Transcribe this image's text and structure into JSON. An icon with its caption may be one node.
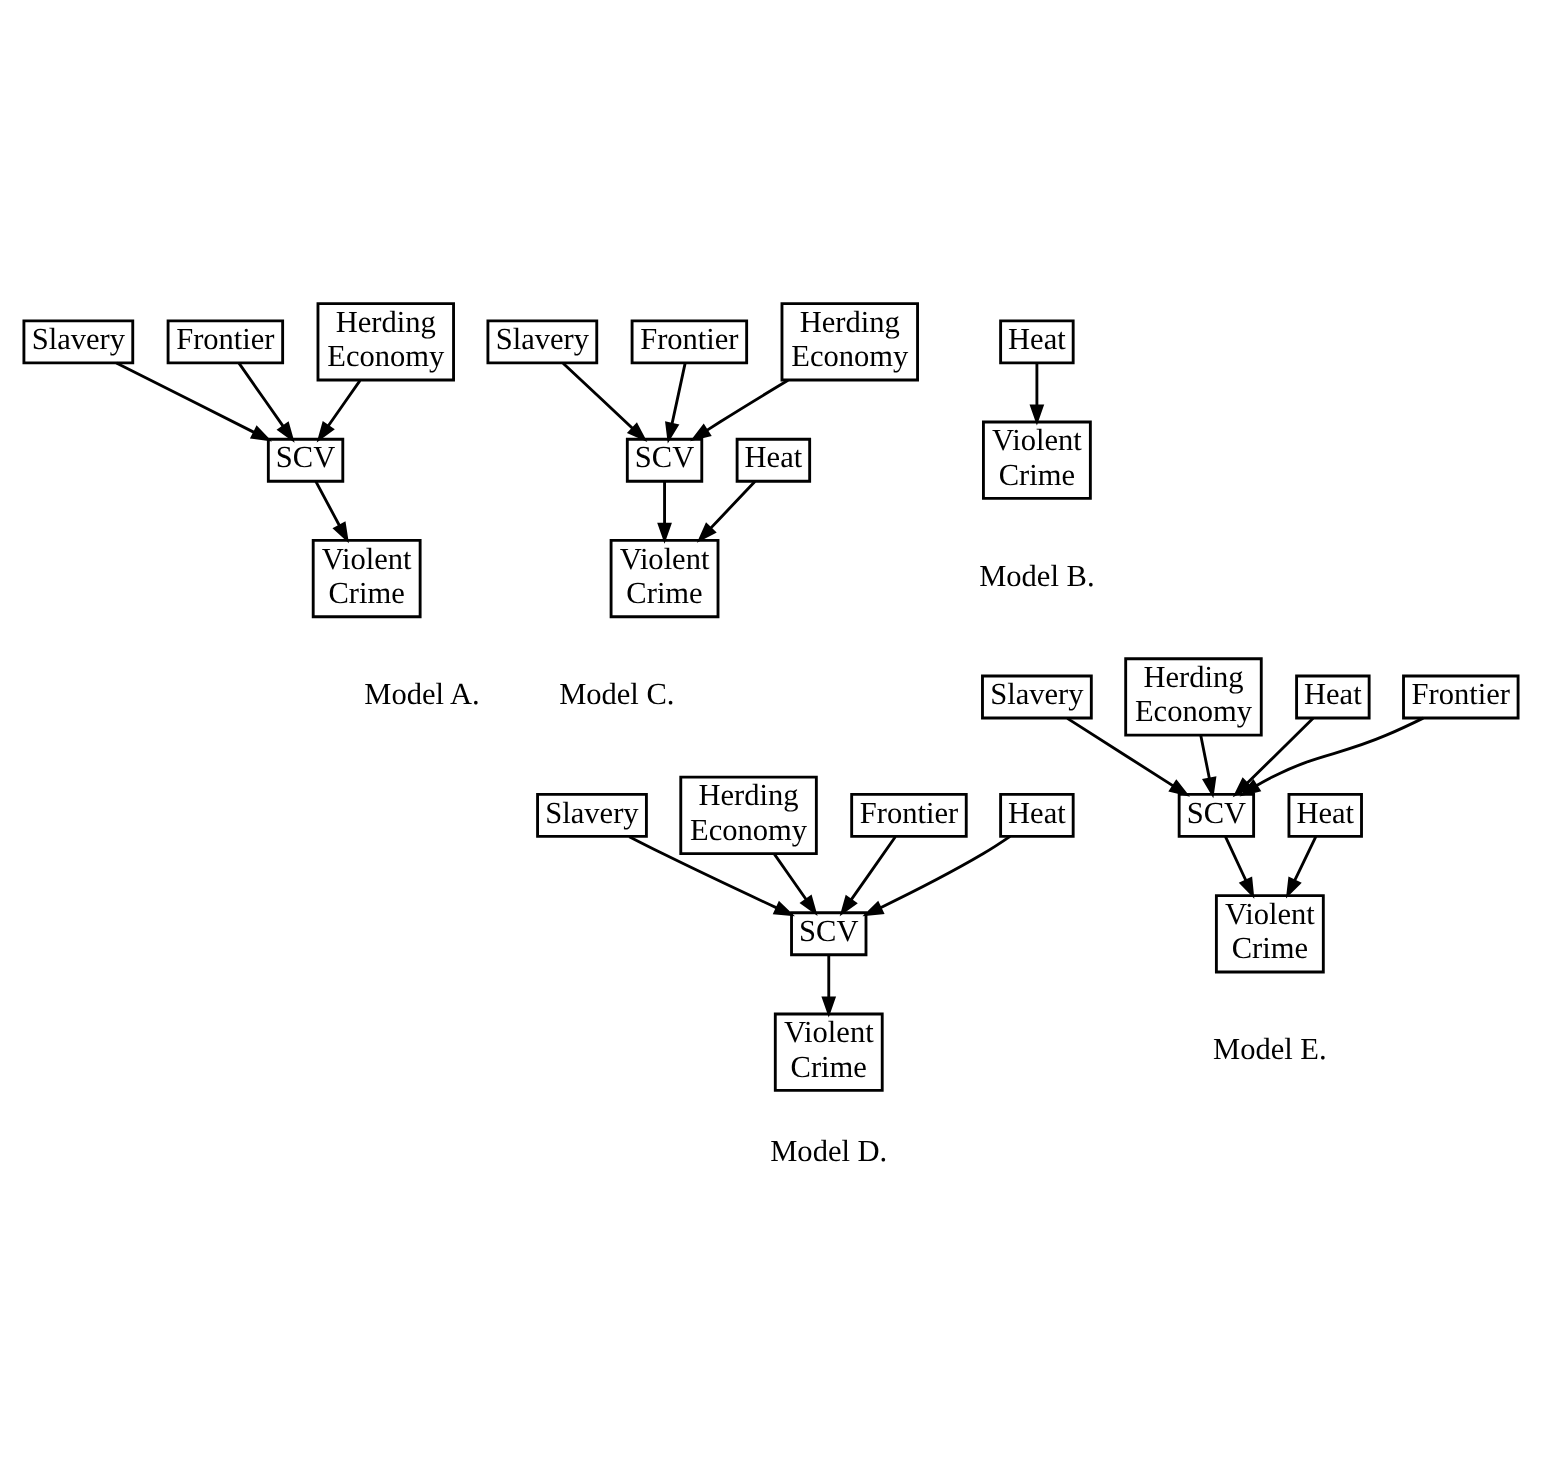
{
  "diagram": {
    "nodes": [
      {
        "text": [
          "Slavery"
        ]
      },
      {
        "text": [
          "Frontier"
        ]
      },
      {
        "text": [
          "Herding Economy"
        ]
      },
      {
        "text": [
          "SCV"
        ]
      },
      {
        "text": [
          "Violent Crime"
        ]
      },
      {
        "text": [
          "Heat"
        ]
      },
      {
        "text": [
          "Violent Crime"
        ]
      },
      {
        "text": [
          "Slavery"
        ]
      },
      {
        "text": [
          "Frontier"
        ]
      },
      {
        "text": [
          "Herding Economy"
        ]
      },
      {
        "text": [
          "SCV"
        ]
      },
      {
        "text": [
          "Heat"
        ]
      },
      {
        "text": [
          "Violent Crime"
        ]
      },
      {
        "text": [
          "Slavery"
        ]
      },
      {
        "text": [
          "Herding Economy"
        ]
      },
      {
        "text": [
          "Frontier"
        ]
      },
      {
        "text": [
          "Heat"
        ]
      },
      {
        "text": [
          "SCV"
        ]
      },
      {
        "text": [
          "Violent Crime"
        ]
      },
      {
        "text": [
          "Slavery"
        ]
      },
      {
        "text": [
          "Herding Economy"
        ]
      },
      {
        "text": [
          "Heat"
        ]
      },
      {
        "text": [
          "Frontier"
        ]
      },
      {
        "text": [
          "Heat"
        ]
      },
      {
        "text": [
          "SCV"
        ]
      },
      {
        "text": [
          "Violent Crime"
        ]
      }
    ],
    "edges": [
      {
        "from": 1,
        "to": 3,
        "arrow": "to"
      },
      {
        "from": 0,
        "to": 3,
        "arrow": "to"
      },
      {
        "from": 2,
        "to": 3,
        "arrow": "to"
      },
      {
        "from": 3,
        "to": 4,
        "arrow": "to"
      },
      {
        "from": 5,
        "to": 6,
        "arrow": "to"
      },
      {
        "from": 8,
        "to": 10,
        "arrow": "to"
      },
      {
        "from": 7,
        "to": 10,
        "arrow": "to"
      },
      {
        "from": 9,
        "to": 10,
        "arrow": "to"
      },
      {
        "from": 10,
        "to": 12,
        "arrow": "to"
      },
      {
        "from": 11,
        "to": 12,
        "arrow": "to"
      },
      {
        "from": 15,
        "to": 17,
        "arrow": "to"
      },
      {
        "from": 13,
        "to": 17,
        "arrow": "to"
      },
      {
        "from": 14,
        "to": 17,
        "arrow": "to"
      },
      {
        "from": 16,
        "to": 17,
        "arrow": "to"
      },
      {
        "from": 17,
        "to": 18,
        "arrow": "to"
      },
      {
        "from": 22,
        "to": 24,
        "arrow": "to"
      },
      {
        "from": 19,
        "to": 24,
        "arrow": "to"
      },
      {
        "from": 20,
        "to": 24,
        "arrow": "to"
      },
      {
        "from": 21,
        "to": 24,
        "arrow": "to"
      },
      {
        "from": 24,
        "to": 25,
        "arrow": "to"
      },
      {
        "from": 23,
        "to": 25,
        "arrow": "to"
      }
    ],
    "labels": [
      "Model A.",
      "Model B.",
      "Model C.",
      "Model D.",
      "Model E."
    ]
  }
}
